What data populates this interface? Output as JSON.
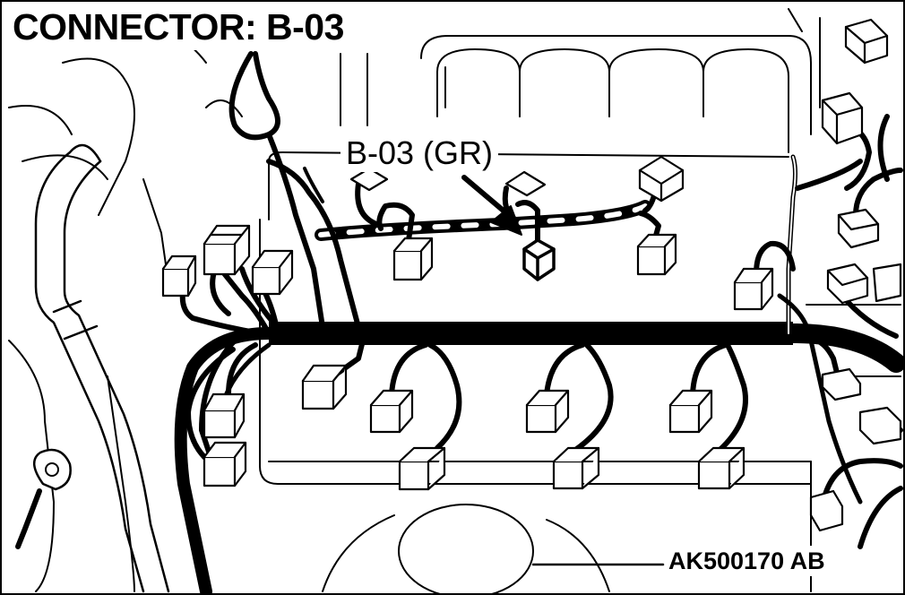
{
  "title": "CONNECTOR: B-03",
  "callout_label": "B-03 (GR)",
  "figure_id": "AK500170 AB",
  "colors": {
    "ink": "#000000",
    "paper": "#ffffff"
  }
}
